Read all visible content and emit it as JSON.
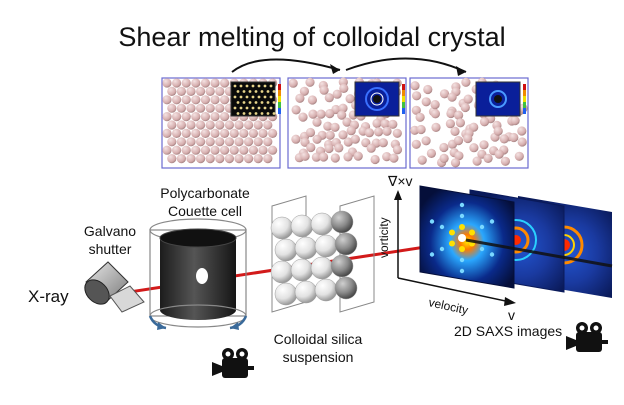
{
  "title": "Shear melting of colloidal crystal",
  "labels": {
    "cell_line1": "Polycarbonate",
    "cell_line2": "Couette cell",
    "shutter_line1": "Galvano",
    "shutter_line2": "shutter",
    "xray": "X-ray",
    "suspension_line1": "Colloidal silica",
    "suspension_line2": "suspension",
    "saxs": "2D SAXS images",
    "axis_vorticity": "vorticity",
    "axis_velocity": "velocity",
    "axis_v": "v",
    "axis_curl": "∇×v"
  },
  "icons": [
    "camera-icon",
    "camera-icon"
  ],
  "colors": {
    "particle": "#d9b4b4",
    "beam": "#d21a1a",
    "cylinder": "#2e2e2e",
    "saxs_bg": "#0a1f7a",
    "frame_border": "#6b6bd0"
  }
}
